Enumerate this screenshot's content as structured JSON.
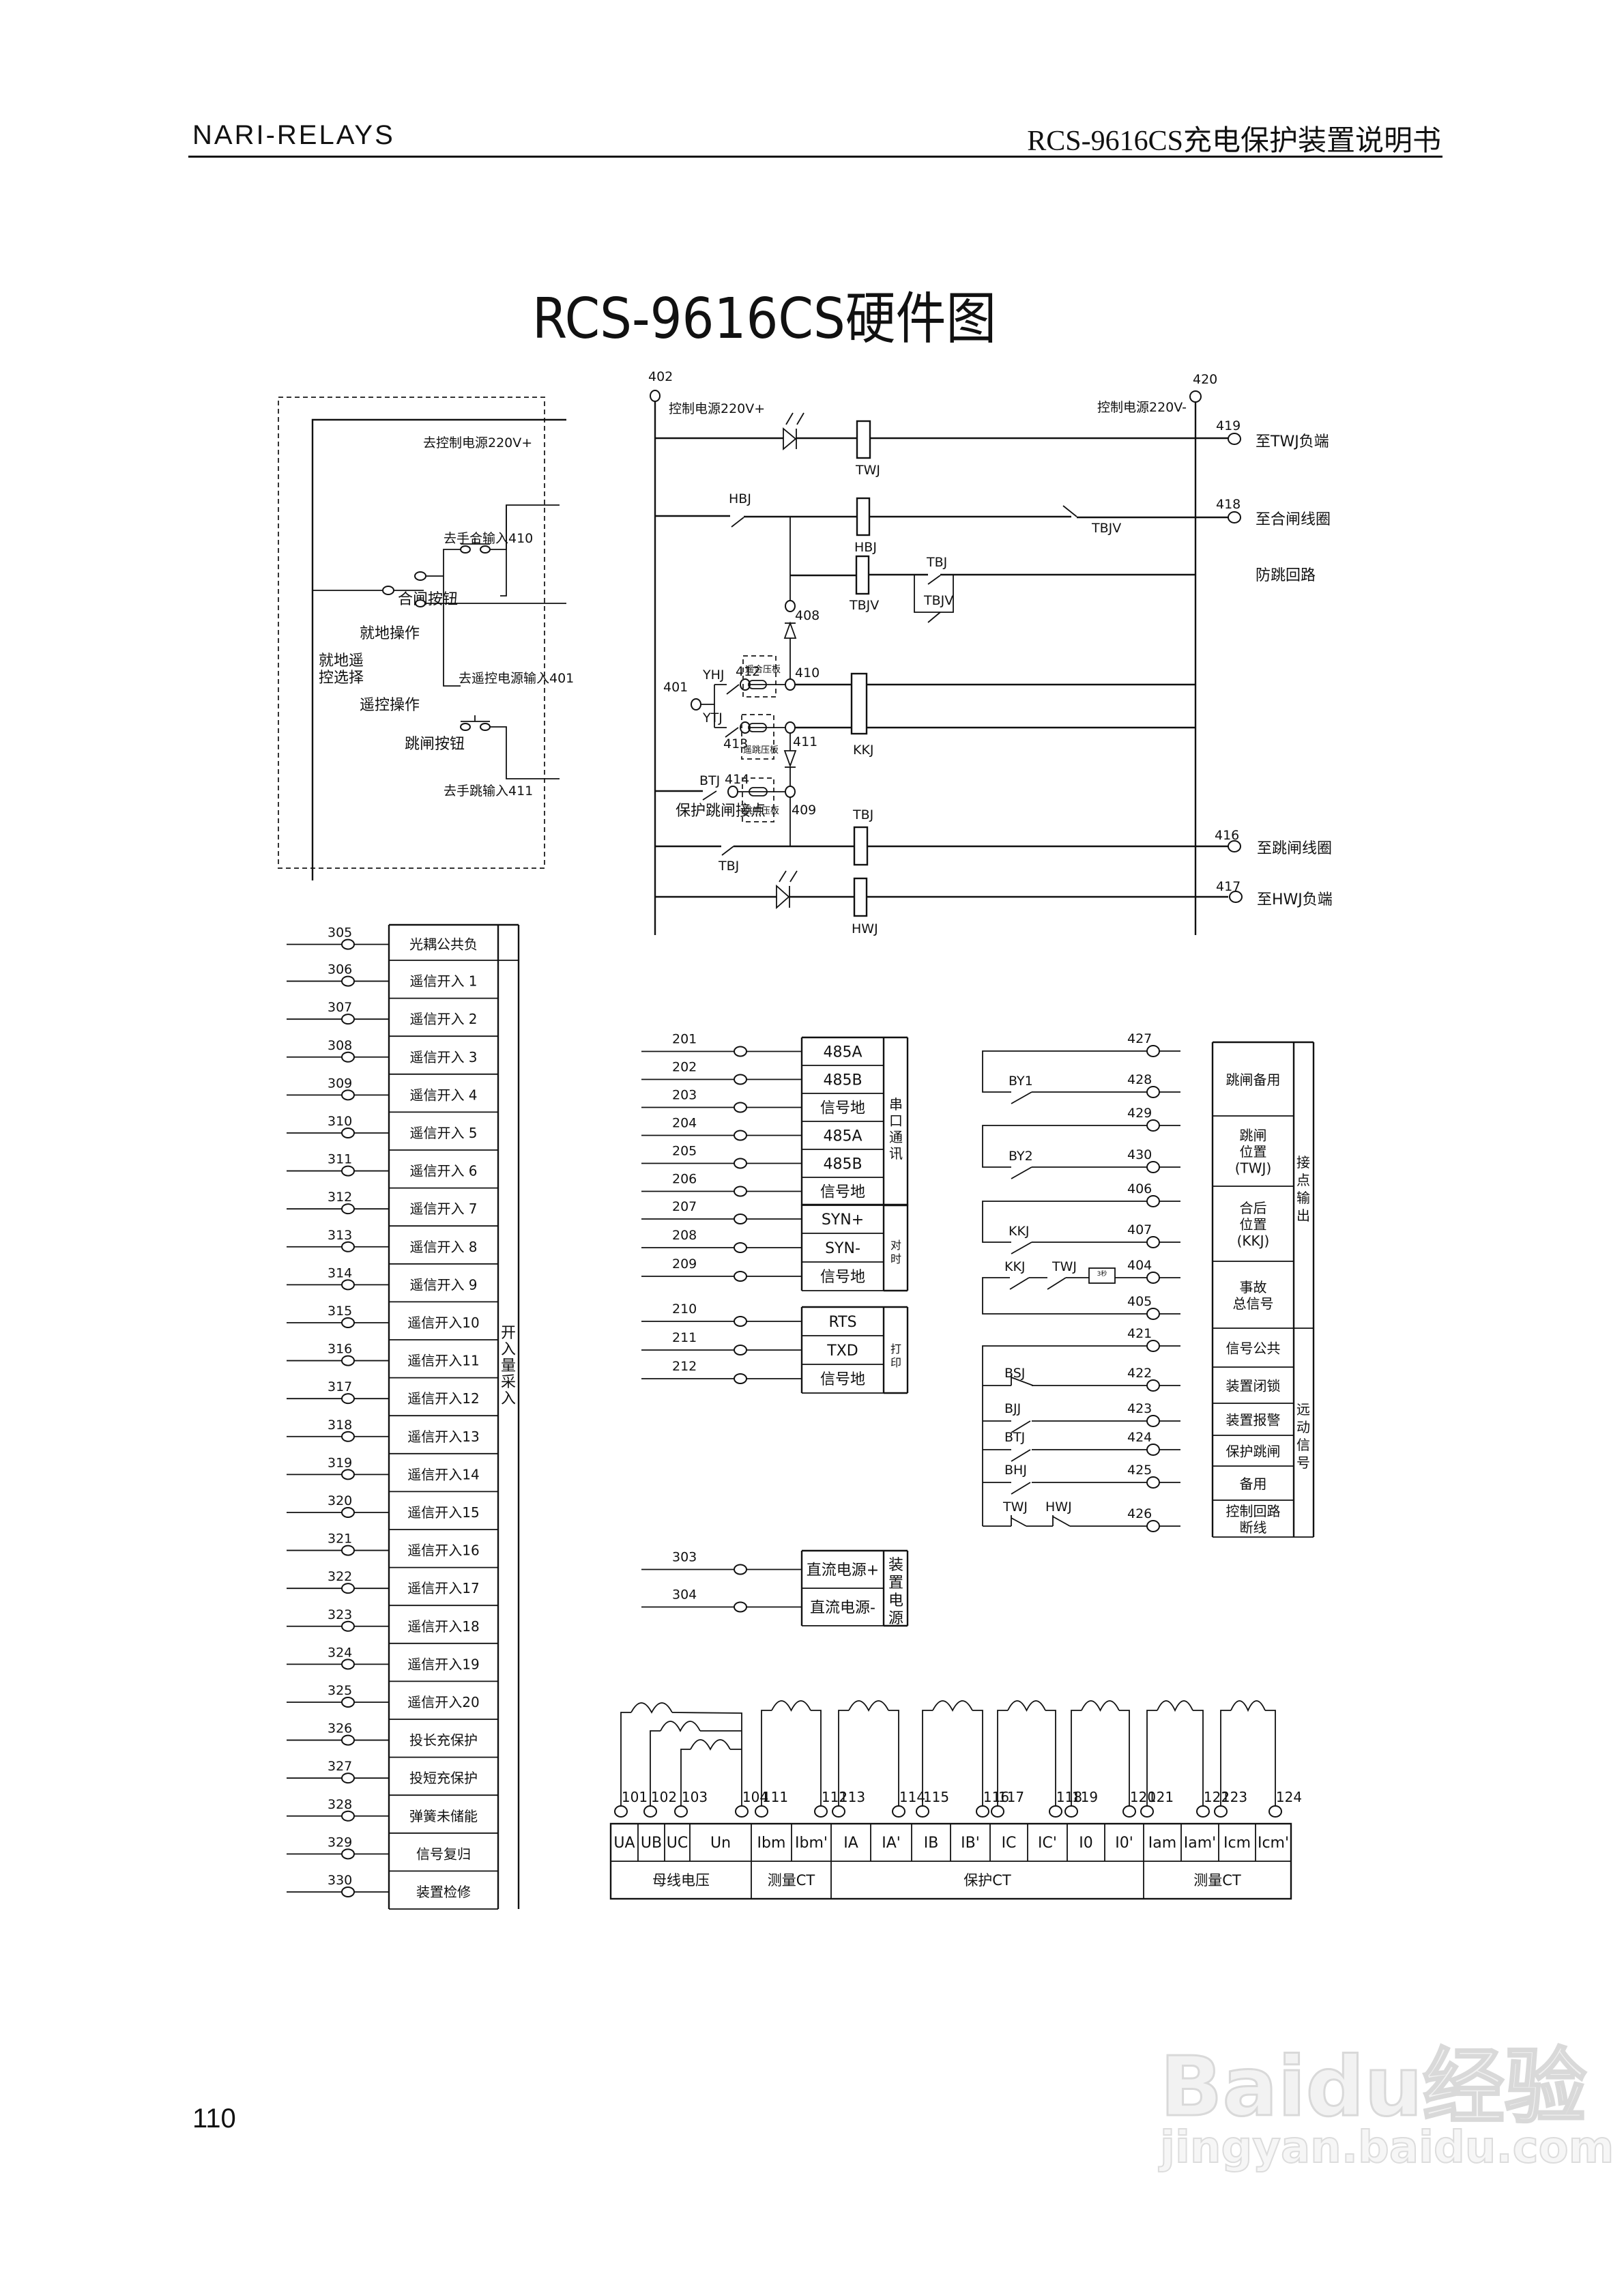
{
  "header": {
    "brand": "NARI-RELAYS",
    "manual_title": "RCS-9616CS充电保护装置说明书"
  },
  "title": "RCS-9616CS硬件图",
  "page_number": "110",
  "watermark": {
    "logo": "Baidu经验",
    "url": "jingyan.baidu.com"
  },
  "local_remote_panel": {
    "to_control_power": "去控制电源220V+",
    "to_manual_close": "去手合输入410",
    "close_button": "合闸按钮",
    "local_operation": "就地操作",
    "selector_line1": "就地遥",
    "selector_line2": "控选择",
    "to_remote_power": "去遥控电源输入401",
    "remote_operation": "遥控操作",
    "trip_button": "跳闸按钮",
    "to_manual_trip": "去手跳输入411"
  },
  "control_circuit": {
    "terminal_plus": "402",
    "terminal_minus": "420",
    "plus_label": "控制电源220V+",
    "minus_label": "控制电源220V-",
    "relays": {
      "twj": "TWJ",
      "hbj": "HBJ",
      "tbjv": "TBJV",
      "kkj": "KKJ",
      "tbj": "TBJ",
      "hwj": "HWJ"
    },
    "contacts": {
      "hbj": "HBJ",
      "tbjv": "TBJV",
      "tbj": "TBJ",
      "tbjv2": "TBJV",
      "yhj": "YHJ",
      "ytj": "YTJ",
      "btj": "BTJ",
      "tbj2": "TBJ"
    },
    "nodes": {
      "n401": "401",
      "n408": "408",
      "n409": "409",
      "n410": "410",
      "n411": "411",
      "n412": "412",
      "n413": "413",
      "n414": "414"
    },
    "plates": {
      "remote_close": "遥合压板",
      "remote_trip": "遥跳压板",
      "trip": "跳闸压板"
    },
    "prot_trip_contact": "保护跳闸接点",
    "outputs": [
      {
        "terminal": "419",
        "label": "至TWJ负端"
      },
      {
        "terminal": "418",
        "label": "至合闸线圈"
      },
      {
        "terminal": "416",
        "label": "至跳闸线圈"
      },
      {
        "terminal": "417",
        "label": "至HWJ负端"
      }
    ],
    "anti_pump": "防跳回路"
  },
  "binary_inputs": {
    "group_label": "开入量采入",
    "rows": [
      {
        "terminal": "305",
        "label": "光耦公共负"
      },
      {
        "terminal": "306",
        "label": "遥信开入 1"
      },
      {
        "terminal": "307",
        "label": "遥信开入 2"
      },
      {
        "terminal": "308",
        "label": "遥信开入 3"
      },
      {
        "terminal": "309",
        "label": "遥信开入 4"
      },
      {
        "terminal": "310",
        "label": "遥信开入 5"
      },
      {
        "terminal": "311",
        "label": "遥信开入 6"
      },
      {
        "terminal": "312",
        "label": "遥信开入 7"
      },
      {
        "terminal": "313",
        "label": "遥信开入 8"
      },
      {
        "terminal": "314",
        "label": "遥信开入 9"
      },
      {
        "terminal": "315",
        "label": "遥信开入10"
      },
      {
        "terminal": "316",
        "label": "遥信开入11"
      },
      {
        "terminal": "317",
        "label": "遥信开入12"
      },
      {
        "terminal": "318",
        "label": "遥信开入13"
      },
      {
        "terminal": "319",
        "label": "遥信开入14"
      },
      {
        "terminal": "320",
        "label": "遥信开入15"
      },
      {
        "terminal": "321",
        "label": "遥信开入16"
      },
      {
        "terminal": "322",
        "label": "遥信开入17"
      },
      {
        "terminal": "323",
        "label": "遥信开入18"
      },
      {
        "terminal": "324",
        "label": "遥信开入19"
      },
      {
        "terminal": "325",
        "label": "遥信开入20"
      },
      {
        "terminal": "326",
        "label": "投长充保护"
      },
      {
        "terminal": "327",
        "label": "投短充保护"
      },
      {
        "terminal": "328",
        "label": "弹簧未储能"
      },
      {
        "terminal": "329",
        "label": "信号复归"
      },
      {
        "terminal": "330",
        "label": "装置检修"
      }
    ]
  },
  "comm_ports": {
    "serial": {
      "group": "串口通讯",
      "rows": [
        {
          "terminal": "201",
          "label": "485A"
        },
        {
          "terminal": "202",
          "label": "485B"
        },
        {
          "terminal": "203",
          "label": "信号地"
        },
        {
          "terminal": "204",
          "label": "485A"
        },
        {
          "terminal": "205",
          "label": "485B"
        },
        {
          "terminal": "206",
          "label": "信号地"
        }
      ]
    },
    "sync": {
      "group": "对时",
      "rows": [
        {
          "terminal": "207",
          "label": "SYN+"
        },
        {
          "terminal": "208",
          "label": "SYN-"
        },
        {
          "terminal": "209",
          "label": "信号地"
        }
      ]
    },
    "print": {
      "group": "打印",
      "rows": [
        {
          "terminal": "210",
          "label": "RTS"
        },
        {
          "terminal": "211",
          "label": "TXD"
        },
        {
          "terminal": "212",
          "label": "信号地"
        }
      ]
    },
    "power": {
      "group": "装置电源",
      "rows": [
        {
          "terminal": "303",
          "label": "直流电源+"
        },
        {
          "terminal": "304",
          "label": "直流电源-"
        }
      ]
    }
  },
  "contact_outputs": {
    "group1": "接点输出",
    "group2": "远动信号",
    "contacts": {
      "by1": "BY1",
      "by2": "BY2",
      "kkj1": "KKJ",
      "kkj2": "KKJ",
      "twj1": "TWJ",
      "delay": "3秒",
      "bsj": "BSJ",
      "bjj": "BJJ",
      "btj": "BTJ",
      "bhj": "BHJ",
      "twj2": "TWJ",
      "hwj": "HWJ"
    },
    "terminals": [
      "427",
      "428",
      "429",
      "430",
      "406",
      "407",
      "404",
      "405",
      "421",
      "422",
      "423",
      "424",
      "425",
      "426"
    ],
    "labels": {
      "trip_spare": "跳闸备用",
      "trip_pos_1": "跳闸",
      "trip_pos_2": "位置",
      "trip_pos_3": "(TWJ)",
      "closed_pos_1": "合后",
      "closed_pos_2": "位置",
      "closed_pos_3": "(KKJ)",
      "fault_1": "事故",
      "fault_2": "总信号",
      "sig_common": "信号公共",
      "dev_lock": "装置闭锁",
      "dev_alarm": "装置报警",
      "prot_trip": "保护跳闸",
      "spare": "备用",
      "ctrl_break_1": "控制回路",
      "ctrl_break_2": "断线"
    }
  },
  "analog_inputs": {
    "terminals": [
      "101",
      "102",
      "103",
      "104",
      "111",
      "112",
      "113",
      "114",
      "115",
      "116",
      "117",
      "118",
      "119",
      "120",
      "121",
      "122",
      "123",
      "124"
    ],
    "channels": [
      "UA",
      "UB",
      "UC",
      "Un",
      "Ibm",
      "Ibm'",
      "IA",
      "IA'",
      "IB",
      "IB'",
      "IC",
      "IC'",
      "I0",
      "I0'",
      "Iam",
      "Iam'",
      "Icm",
      "Icm'"
    ],
    "groups": [
      "母线电压",
      "测量CT",
      "保护CT",
      "测量CT"
    ]
  }
}
